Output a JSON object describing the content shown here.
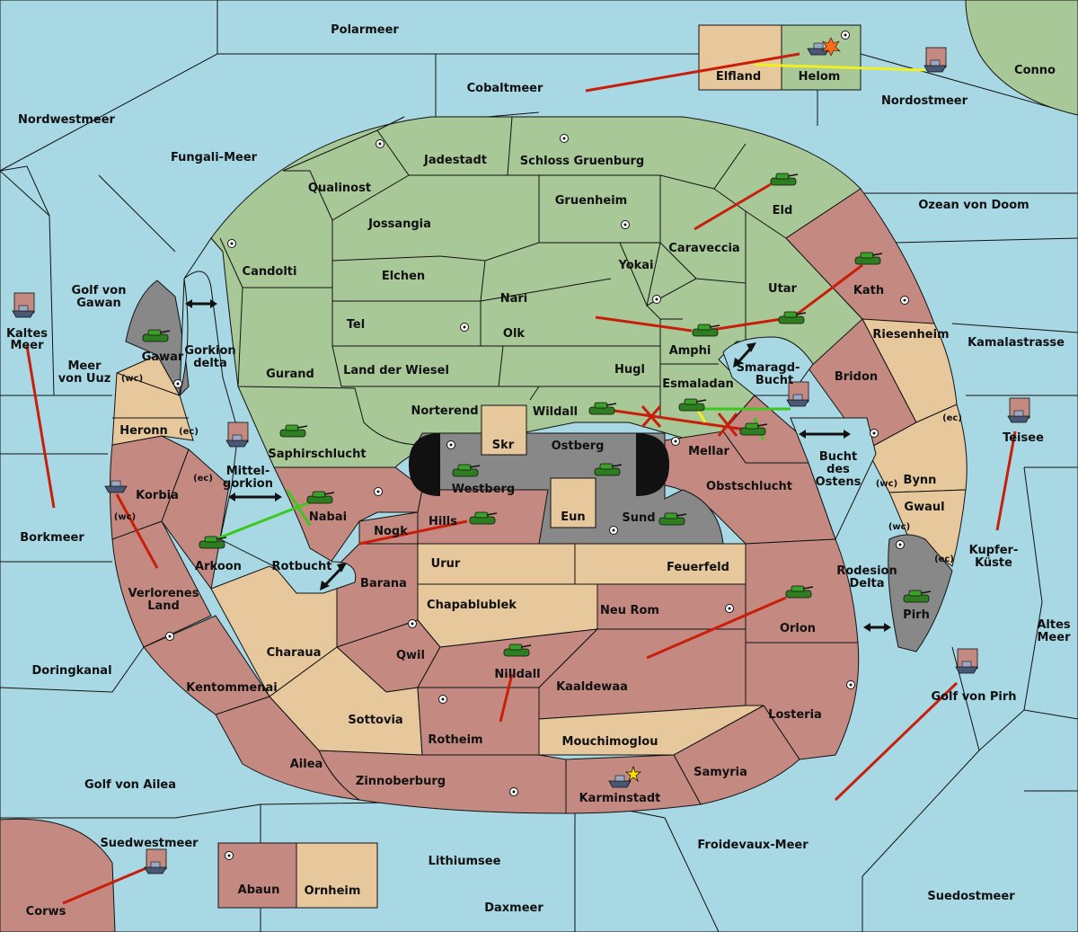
{
  "provinces": {
    "polarmeer": "Polarmeer",
    "cobaltmeer": "Cobaltmeer",
    "elfland": "Elfland",
    "helom": "Helom",
    "nordostmeer": "Nordostmeer",
    "conno": "Conno",
    "nordwestmeer": "Nordwestmeer",
    "fungali": "Fungali-Meer",
    "jadestadt": "Jadestadt",
    "schloss": "Schloss Gruenburg",
    "qualinost": "Qualinost",
    "jossangia": "Jossangia",
    "gruenheim": "Gruenheim",
    "eld": "Eld",
    "ozean": "Ozean von Doom",
    "candolti": "Candolti",
    "caraveccia": "Caraveccia",
    "elchen": "Elchen",
    "yokai": "Yokai",
    "golf_gawan": "Golf von Gawan",
    "nari": "Nari",
    "utar": "Utar",
    "kath": "Kath",
    "tel": "Tel",
    "olk": "Olk",
    "amphi": "Amphi",
    "riesenheim": "Riesenheim",
    "kamala": "Kamalastrasse",
    "kaltes_meer": "Kaltes Meer",
    "gawar": "Gawar",
    "gorkion_delta": "Gorkion delta",
    "meer_uuz": "Meer von Uuz",
    "gurand": "Gurand",
    "land_wiesel": "Land der Wiesel",
    "hugl": "Hugl",
    "smaragd": "Smaragd-Bucht",
    "bridon": "Bridon",
    "esmaladan": "Esmaladan",
    "heronn": "Heronn",
    "norterend": "Norterend",
    "wildall": "Wildall",
    "saphir": "Saphirschlucht",
    "skr": "Skr",
    "ostberg": "Ostberg",
    "mellar": "Mellar",
    "bucht_ostens": "Bucht des Ostens",
    "teisee": "Teisee",
    "mittelgorkion": "Mittel-gorkion",
    "korbia": "Korbia",
    "westberg": "Westberg",
    "obstschlucht": "Obstschlucht",
    "bynn": "Bynn",
    "nabai": "Nabai",
    "eun": "Eun",
    "gwaul": "Gwaul",
    "hills": "Hills",
    "sund": "Sund",
    "nogk": "Nogk",
    "borkmeer": "Borkmeer",
    "kupfer": "Kupfer-Küste",
    "arkoon": "Arkoon",
    "rotbucht": "Rotbucht",
    "urur": "Urur",
    "feuerfeld": "Feuerfeld",
    "rodesion": "Rodesion Delta",
    "barana": "Barana",
    "verlorenes": "Verlorenes Land",
    "chapablublek": "Chapablublek",
    "neu_rom": "Neu Rom",
    "orlon": "Orlon",
    "pirh": "Pirh",
    "altes_meer": "Altes Meer",
    "charaua": "Charaua",
    "qwil": "Qwil",
    "doringkanal": "Doringkanal",
    "nilldall": "Nilldall",
    "golf_pirh": "Golf von Pirh",
    "kentommenai": "Kentommenai",
    "kaaldewaa": "Kaaldewaa",
    "sottovia": "Sottovia",
    "losteria": "Losteria",
    "rotheim": "Rotheim",
    "mouchimoglou": "Mouchimoglou",
    "ailea": "Ailea",
    "zinnoberburg": "Zinnoberburg",
    "samyria": "Samyria",
    "golf_ailea": "Golf von Ailea",
    "karminstadt": "Karminstadt",
    "suedwestmeer": "Suedwestmeer",
    "froidevaux": "Froidevaux-Meer",
    "lithiumsee": "Lithiumsee",
    "abaun": "Abaun",
    "ornheim": "Ornheim",
    "suedostmeer": "Suedostmeer",
    "corws": "Corws",
    "daxmeer": "Daxmeer"
  },
  "coast_tags": {
    "wc": "(wc)",
    "ec": "(ec)"
  },
  "colors": {
    "green_power": "#a8c898",
    "red_power": "#c48a82",
    "neutral": "#e6c89c",
    "impassable": "#888888",
    "sea": "#a8d8e4",
    "move_arrow": "#c81e0a",
    "support_yellow": "#f0f020",
    "support_green": "#3cc81e"
  }
}
